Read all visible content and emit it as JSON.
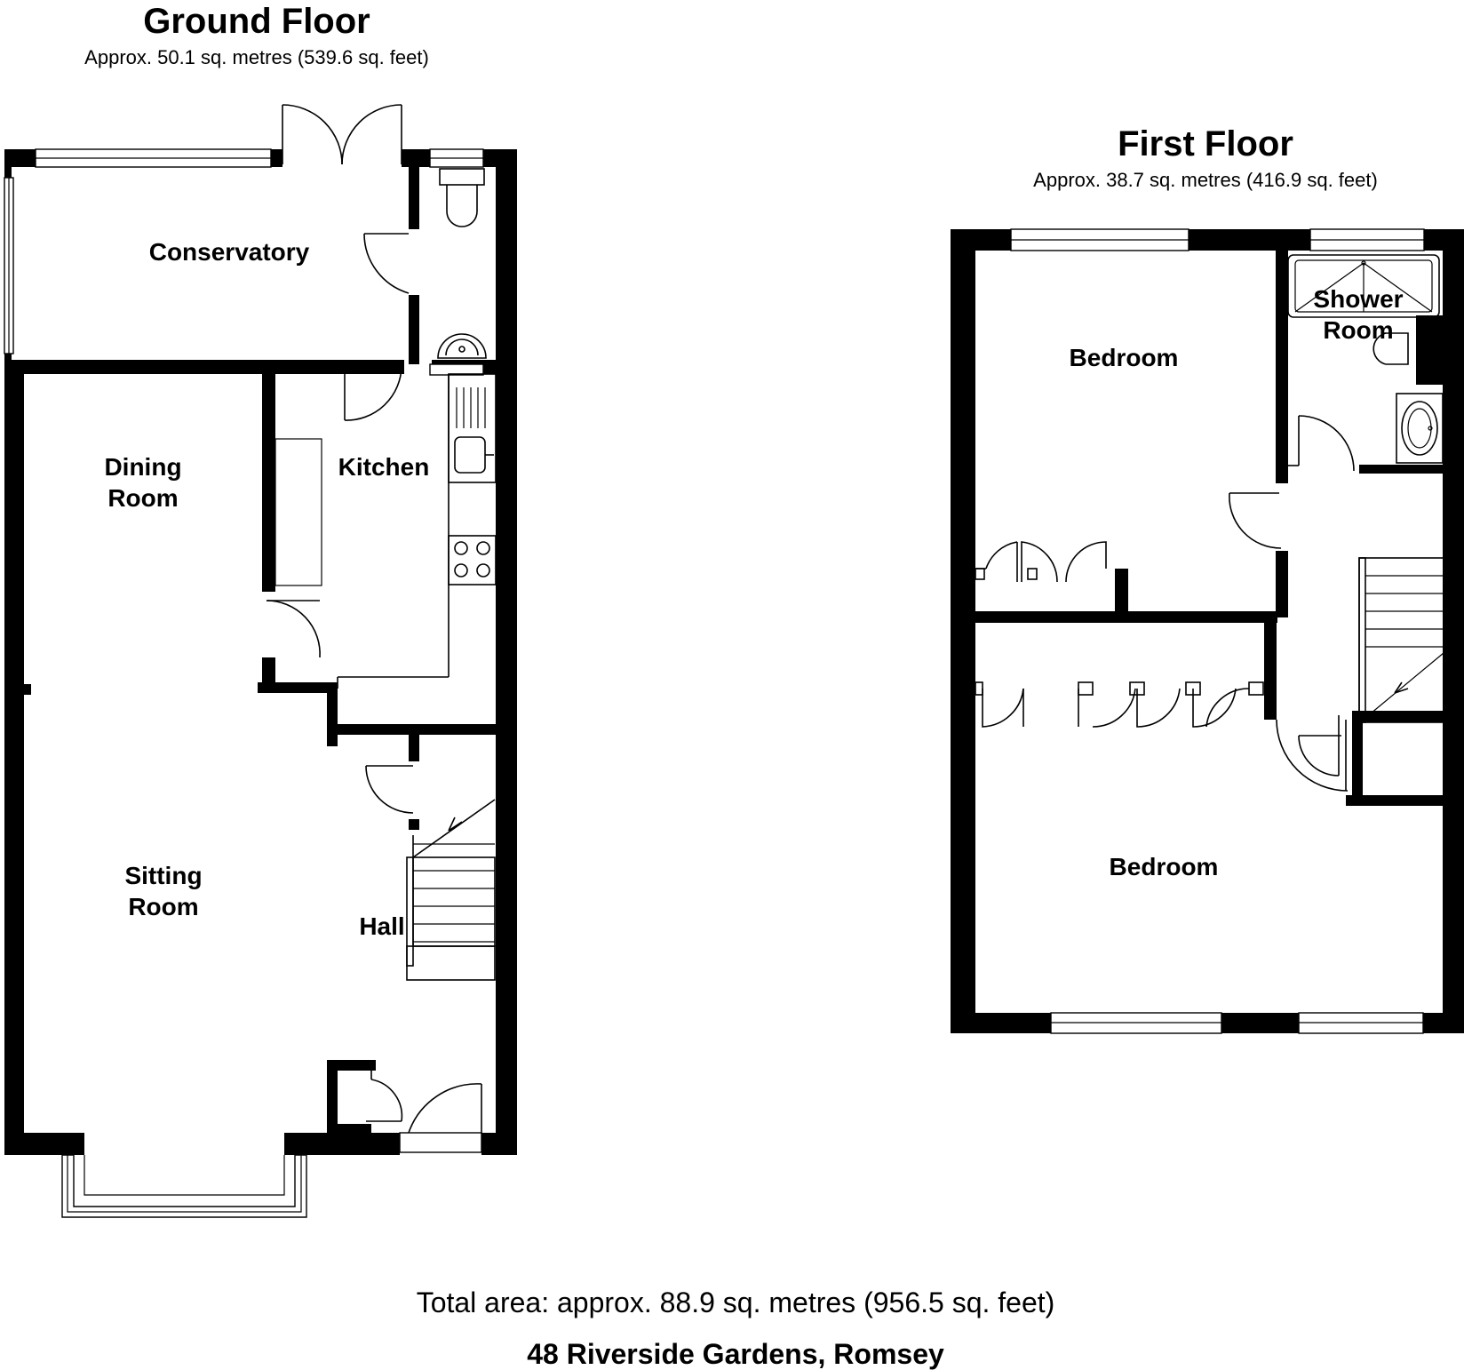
{
  "ground_floor": {
    "title": "Ground Floor",
    "area": "Approx.  50.1 sq. metres (539.6 sq. feet)",
    "rooms": {
      "conservatory": "Conservatory",
      "dining_line1": "Dining",
      "dining_line2": "Room",
      "kitchen": "Kitchen",
      "sitting_line1": "Sitting",
      "sitting_line2": "Room",
      "hall": "Hall"
    }
  },
  "first_floor": {
    "title": "First Floor",
    "area": "Approx.  38.7 sq. metres (416.9 sq. feet)",
    "rooms": {
      "bedroom_1": "Bedroom",
      "bedroom_2": "Bedroom",
      "shower_line1": "Shower",
      "shower_line2": "Room"
    }
  },
  "footer": {
    "total_area": "Total area: approx.  88.9 sq. metres (956.5 sq. feet)",
    "address": "48 Riverside Gardens, Romsey"
  }
}
